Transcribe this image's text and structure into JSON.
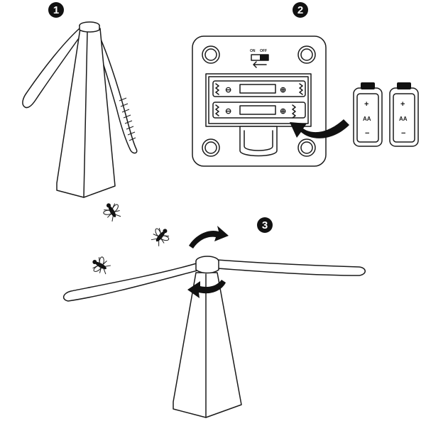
{
  "steps": [
    {
      "number": "1"
    },
    {
      "number": "2"
    },
    {
      "number": "3"
    }
  ],
  "switch": {
    "label_on": "ON",
    "label_off": "OFF"
  },
  "batteries": [
    {
      "plus": "+",
      "type": "AA",
      "minus": "−"
    },
    {
      "plus": "+",
      "type": "AA",
      "minus": "−"
    }
  ],
  "compartment": {
    "minus": "⊖",
    "plus": "⊕"
  },
  "colors": {
    "line": "#1a1a1a",
    "badge": "#111111",
    "background": "#ffffff"
  },
  "icons": [
    "fly-icon",
    "rotate-arrow-icon",
    "insert-arrow-icon",
    "battery-icon",
    "spring-icon"
  ]
}
